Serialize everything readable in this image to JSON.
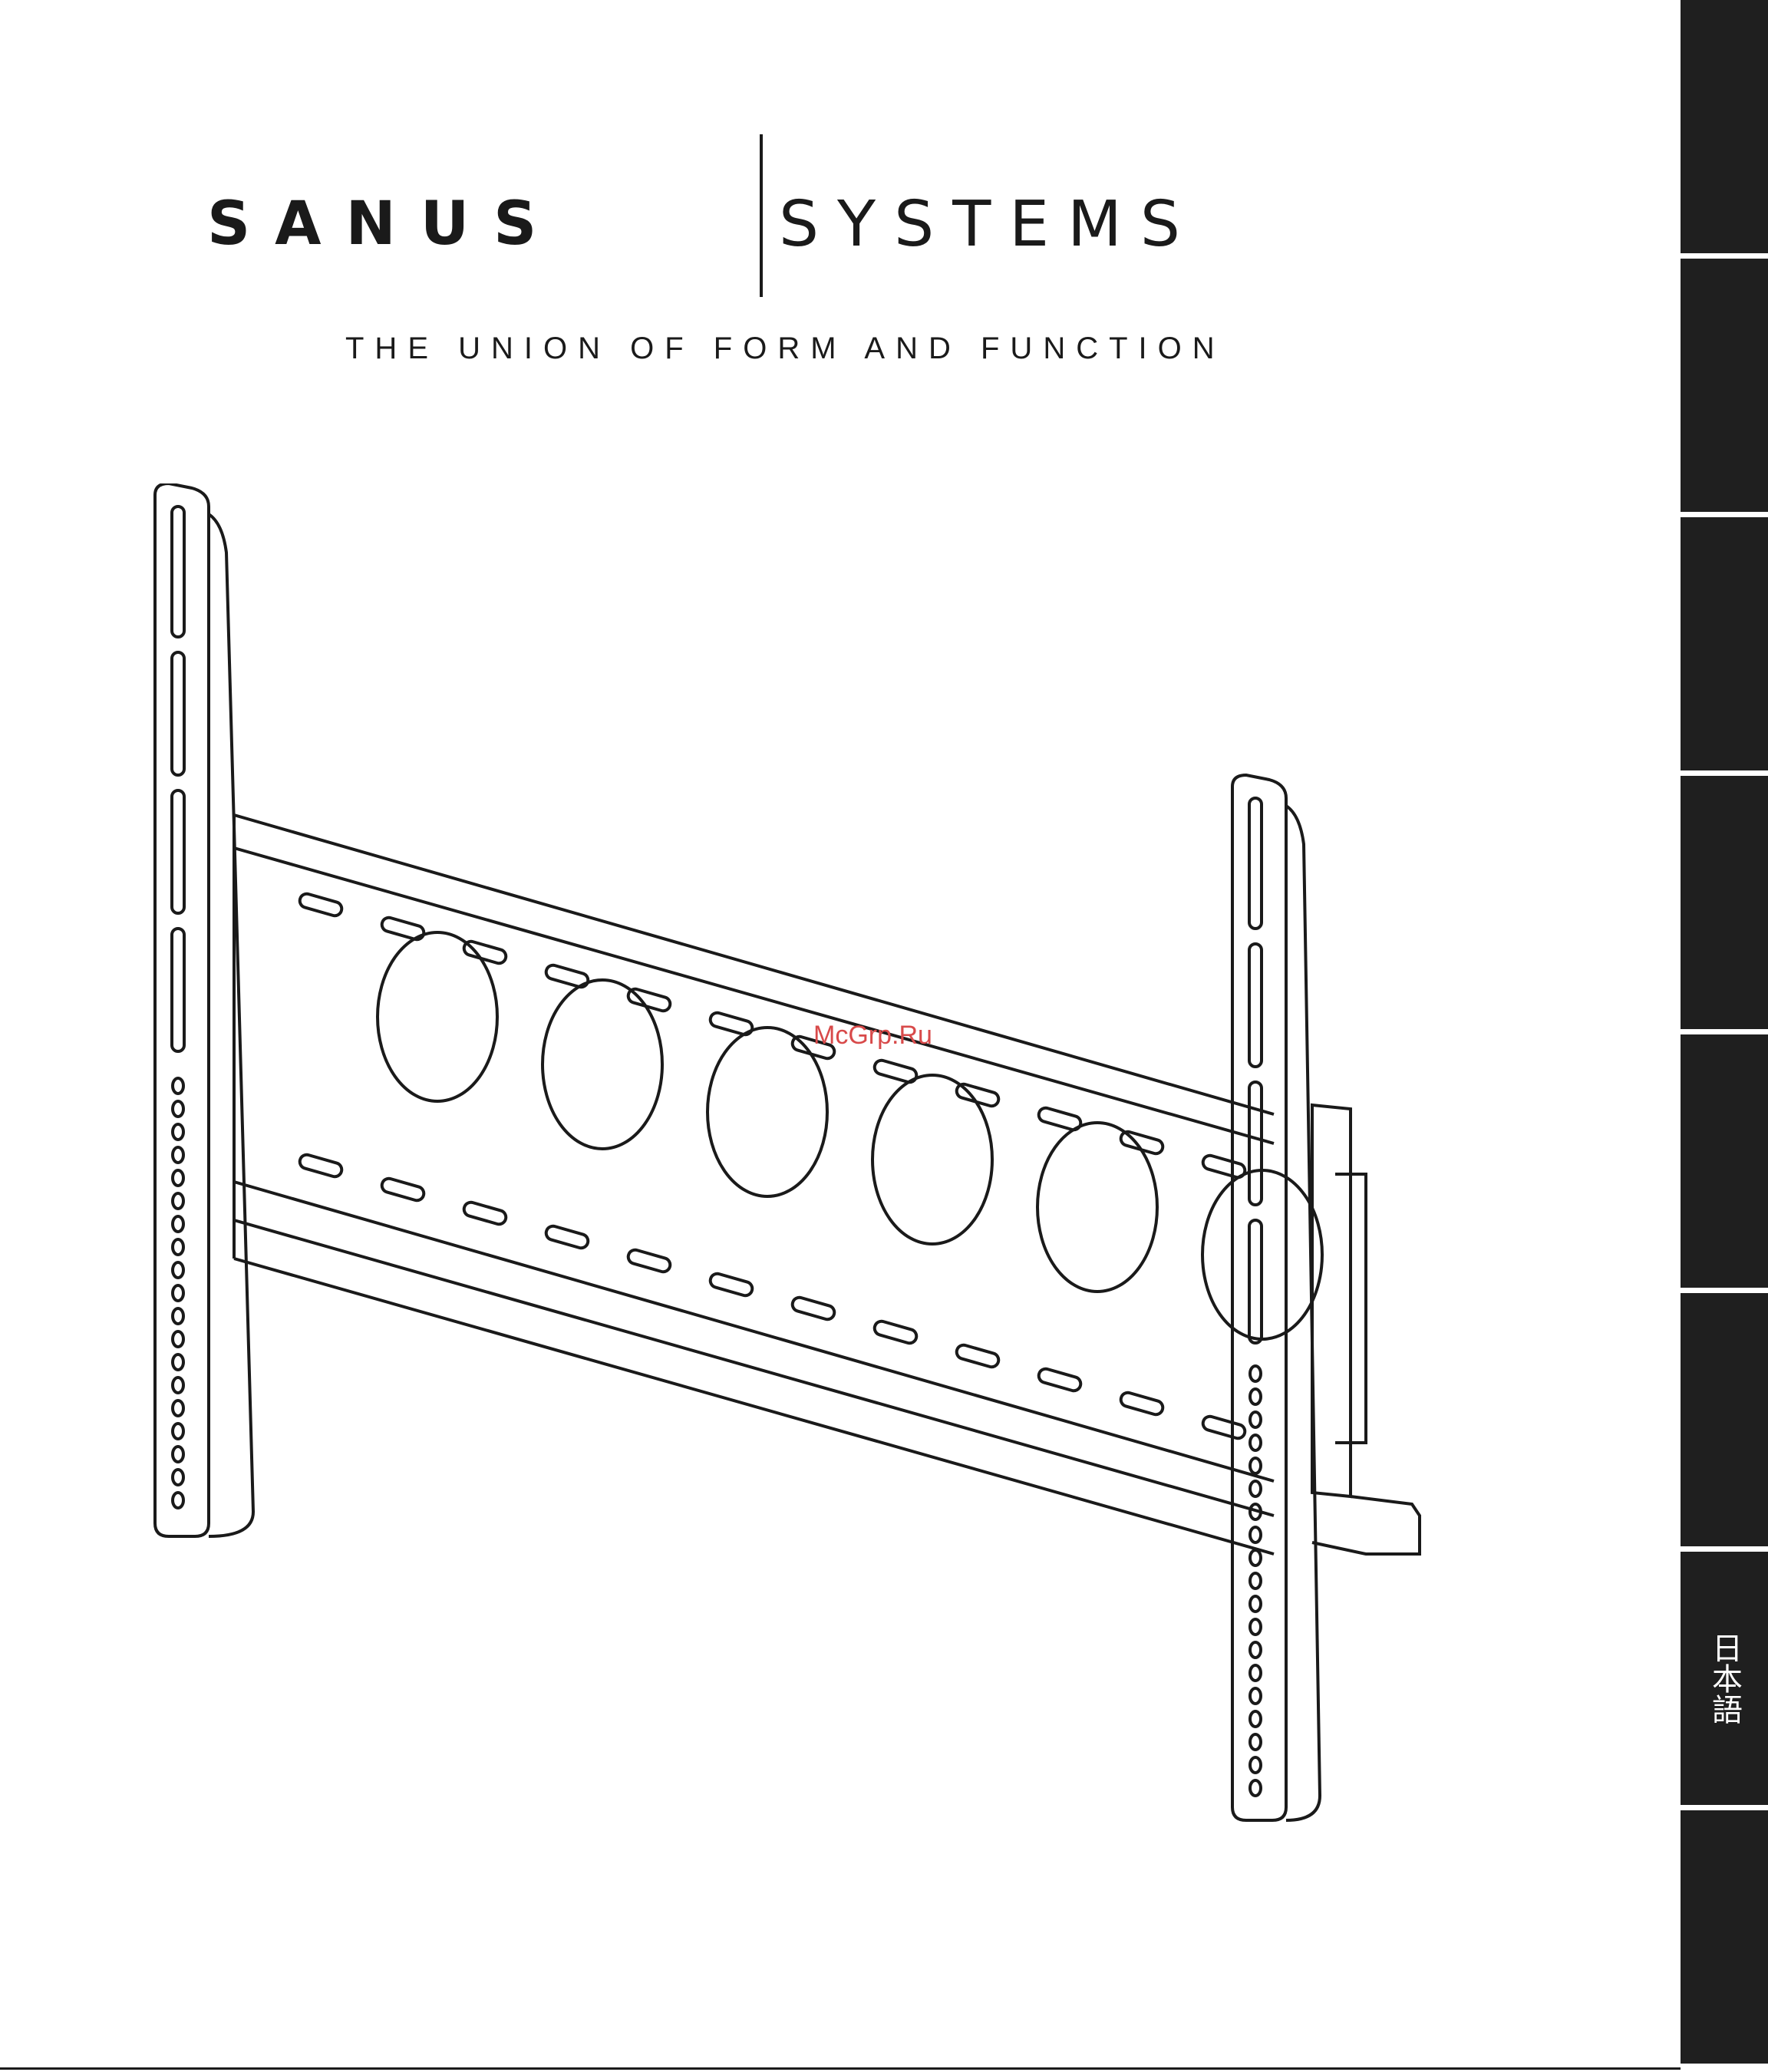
{
  "brand": {
    "left_word": "SANUS",
    "right_word": "SYSTEMS",
    "tagline": "THE UNION OF FORM AND FUNCTION"
  },
  "watermark": "McGrp.Ru",
  "illustration": {
    "subject": "tv-wall-mount-bracket"
  },
  "side_tabs": [
    {
      "label": ""
    },
    {
      "label": ""
    },
    {
      "label": ""
    },
    {
      "label": ""
    },
    {
      "label": ""
    },
    {
      "label": ""
    },
    {
      "label": "日本語"
    },
    {
      "label": ""
    }
  ],
  "colors": {
    "ink": "#1a1a1a",
    "tab": "#1f1f1f",
    "watermark": "#d84a4a"
  }
}
